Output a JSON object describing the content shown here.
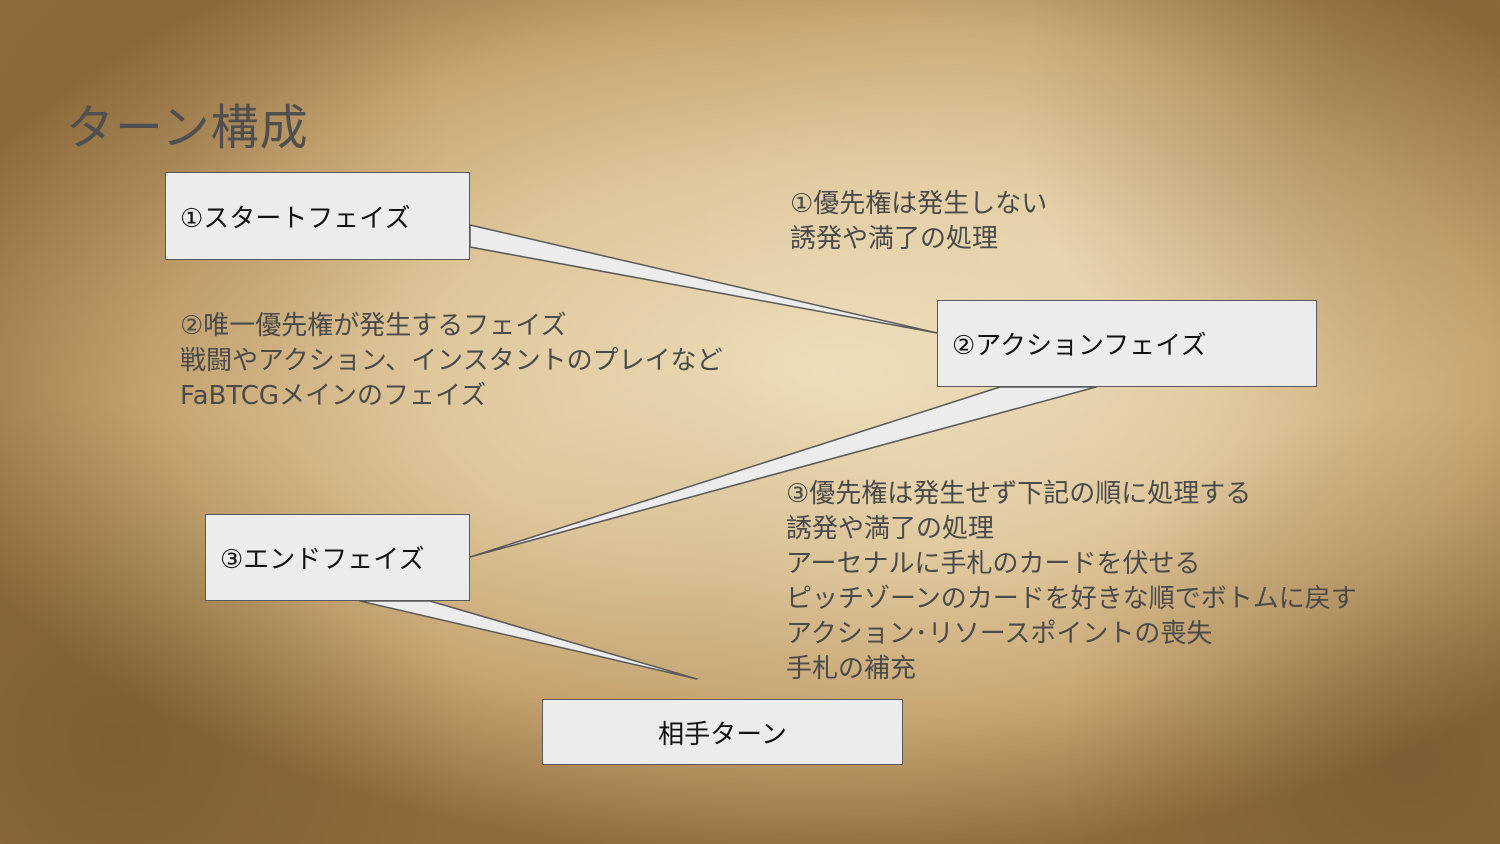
{
  "slide": {
    "title": "ターン構成"
  },
  "phases": {
    "start": {
      "label": "①スタートフェイズ"
    },
    "action": {
      "label": "②アクションフェイズ"
    },
    "end": {
      "label": "③エンドフェイズ"
    },
    "opponent": {
      "label": "相手ターン"
    }
  },
  "notes": {
    "start": [
      "①優先権は発生しない",
      "誘発や満了の処理"
    ],
    "action": [
      "②唯一優先権が発生するフェイズ",
      "戦闘やアクション、インスタントのプレイなど",
      "FaBTCGメインのフェイズ"
    ],
    "end": [
      "③優先権は発生せず下記の順に処理する",
      "誘発や満了の処理",
      "アーセナルに手札のカードを伏せる",
      "ピッチゾーンのカードを好きな順でボトムに戻す",
      "アクション･リソースポイントの喪失",
      "手札の補充"
    ]
  },
  "colors": {
    "box_fill": "#ececec",
    "box_border": "#595959",
    "title_text": "#4f4f4f",
    "note_text": "#4a4a4a",
    "label_text": "#111111"
  }
}
